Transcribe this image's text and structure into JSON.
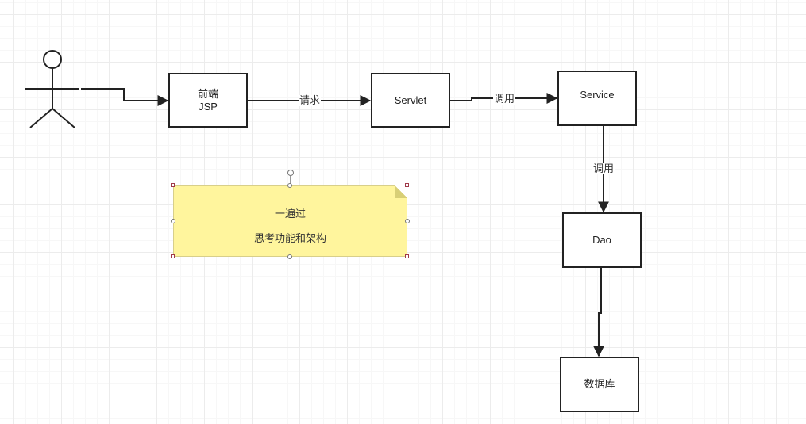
{
  "diagram": {
    "actor": {
      "label": ""
    },
    "nodes": [
      {
        "id": "jsp",
        "label": "前端\nJSP"
      },
      {
        "id": "servlet",
        "label": "Servlet"
      },
      {
        "id": "service",
        "label": "Service"
      },
      {
        "id": "dao",
        "label": "Dao"
      },
      {
        "id": "db",
        "label": "数据库"
      }
    ],
    "edges": [
      {
        "from": "actor",
        "to": "jsp",
        "label": ""
      },
      {
        "from": "jsp",
        "to": "servlet",
        "label": "请求"
      },
      {
        "from": "servlet",
        "to": "service",
        "label": "调用"
      },
      {
        "from": "service",
        "to": "dao",
        "label": "调用"
      },
      {
        "from": "dao",
        "to": "db",
        "label": ""
      }
    ],
    "note": {
      "line1": "一遍过",
      "line2": "思考功能和架构",
      "color": "#fff59d"
    },
    "stroke_color": "#222222"
  }
}
